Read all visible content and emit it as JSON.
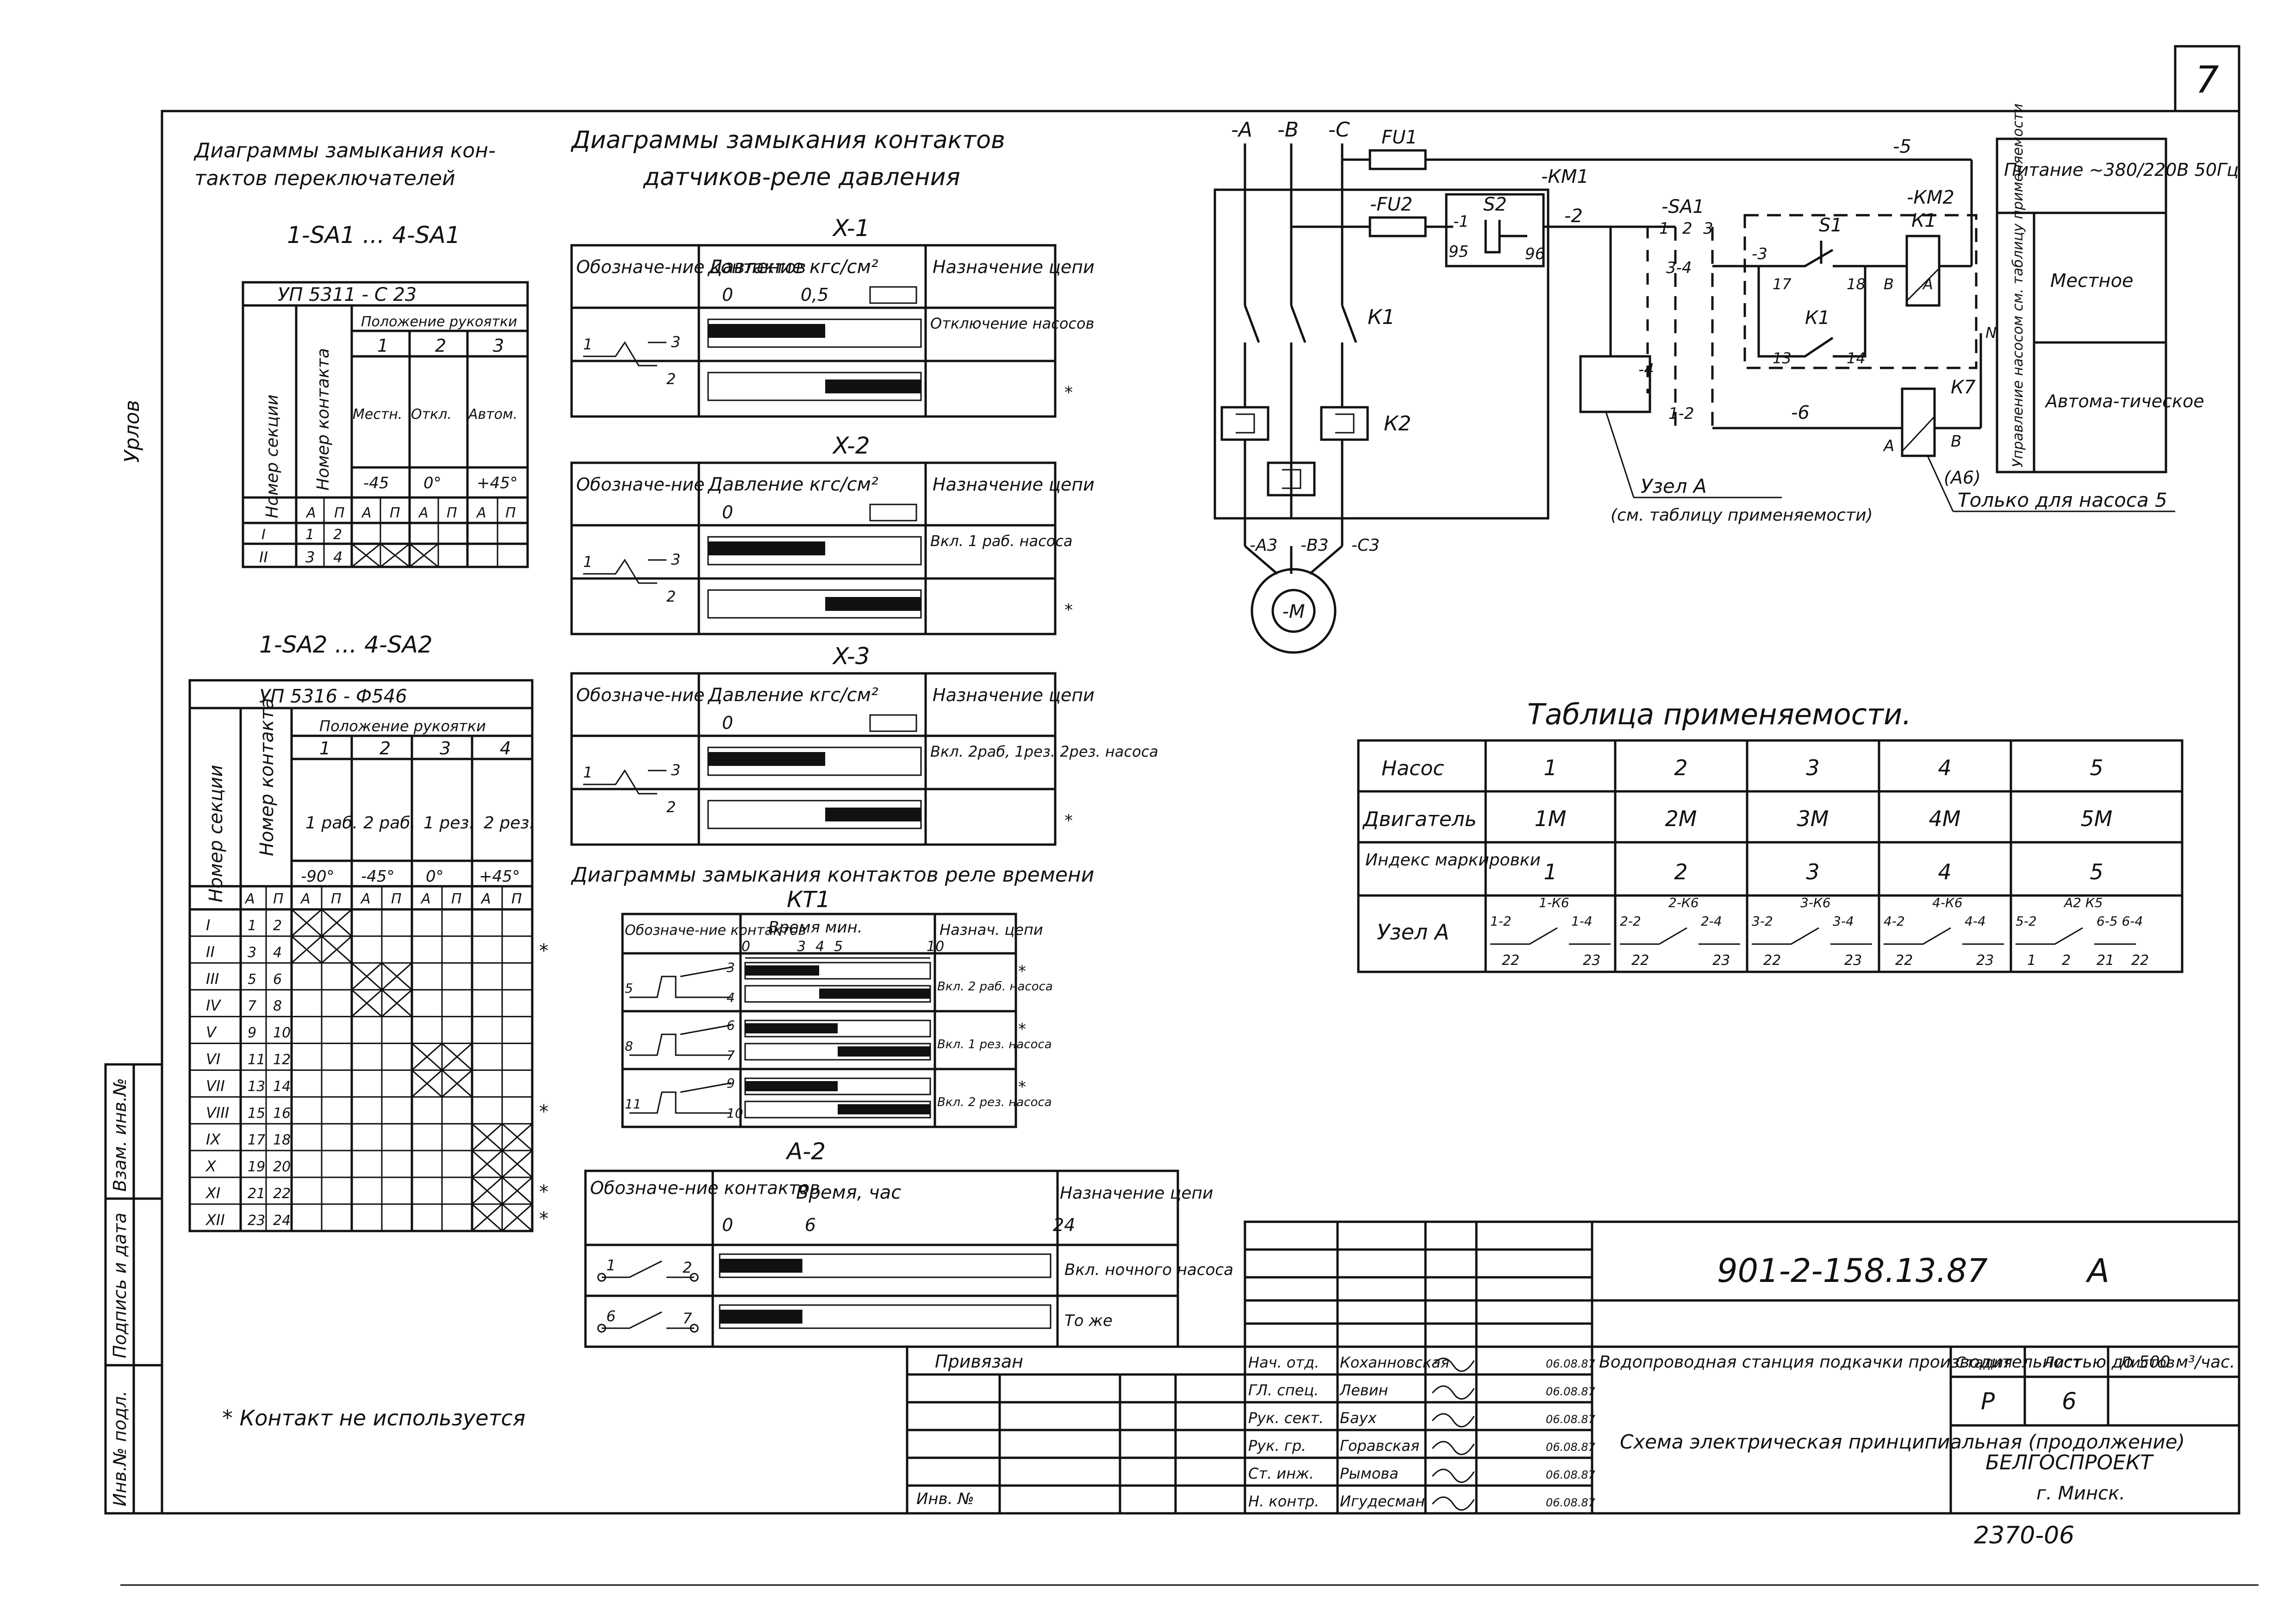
{
  "sheet": {
    "page_number": "7",
    "document_code": "901-2-158.13.87",
    "album": "A",
    "footnote": "* Контакт не используется",
    "serial": "2370-06"
  },
  "left_stamp": {
    "labels": [
      "Инв.№ подл.",
      "Подпись и дата",
      "Взам. инв.№"
    ],
    "scribble": "Урлов"
  },
  "switch_diagrams": {
    "title_line1": "Диаграммы замыкания кон-",
    "title_line2": "тактов переключателей",
    "sa1": {
      "heading": "1-SA1 ... 4-SA1",
      "model": "УП 5311 - С 23",
      "handle_position_header": "Положение рукоятки",
      "section_header": "Номер секции",
      "contact_header": "Номер контакта",
      "positions": [
        "1",
        "2",
        "3"
      ],
      "modes": [
        "Местн.",
        "Откл.",
        "Автом."
      ],
      "angles": [
        "-45",
        "0°",
        "+45°"
      ],
      "sub_labels": [
        "А",
        "П",
        "А",
        "П",
        "А",
        "П",
        "А",
        "П"
      ],
      "rows": [
        {
          "section": "I",
          "contacts": [
            "1",
            "2"
          ]
        },
        {
          "section": "II",
          "contacts": [
            "3",
            "4"
          ]
        }
      ]
    },
    "sa2": {
      "heading": "1-SA2 ... 4-SA2",
      "model": "УП 5316 - Ф546",
      "handle_position_header": "Положение рукоятки",
      "section_header": "Номер секции",
      "contact_header": "Номер контакта",
      "positions": [
        "1",
        "2",
        "3",
        "4"
      ],
      "modes": [
        "1 раб.",
        "2 раб.",
        "1 рез.",
        "2 рез."
      ],
      "angles": [
        "-90°",
        "-45°",
        "0°",
        "+45°"
      ],
      "sub_labels": [
        "А",
        "П",
        "А",
        "П",
        "А",
        "П",
        "А",
        "П",
        "А",
        "П",
        "А",
        "П"
      ],
      "rows": [
        {
          "section": "I",
          "contacts": [
            "1",
            "2"
          ]
        },
        {
          "section": "II",
          "contacts": [
            "3",
            "4"
          ]
        },
        {
          "section": "III",
          "contacts": [
            "5",
            "6"
          ]
        },
        {
          "section": "IV",
          "contacts": [
            "7",
            "8"
          ]
        },
        {
          "section": "V",
          "contacts": [
            "9",
            "10"
          ]
        },
        {
          "section": "VI",
          "contacts": [
            "11",
            "12"
          ]
        },
        {
          "section": "VII",
          "contacts": [
            "13",
            "14"
          ]
        },
        {
          "section": "VIII",
          "contacts": [
            "15",
            "16"
          ]
        },
        {
          "section": "IX",
          "contacts": [
            "17",
            "18"
          ]
        },
        {
          "section": "X",
          "contacts": [
            "19",
            "20"
          ]
        },
        {
          "section": "XI",
          "contacts": [
            "21",
            "22"
          ]
        },
        {
          "section": "XII",
          "contacts": [
            "23",
            "24"
          ]
        }
      ]
    }
  },
  "pressure_diagrams": {
    "title_line1": "Диаграммы замыкания контактов",
    "title_line2": "датчиков-реле давления",
    "blocks": [
      {
        "name": "X-1",
        "col_designation": "Обозначе-ние контактов",
        "col_pressure": "Давление кгс/см²",
        "col_purpose": "Назначение цепи",
        "scale_labels": [
          "0",
          "0,5"
        ],
        "purpose": "Отключение насосов",
        "contacts": [
          "1",
          "3",
          "2"
        ]
      },
      {
        "name": "X-2",
        "col_designation": "Обозначе-ние",
        "col_pressure": "Давление кгс/см²",
        "col_purpose": "Назначение цепи",
        "scale_labels": [
          "0"
        ],
        "purpose": "Вкл. 1 раб. насоса",
        "contacts": [
          "1",
          "3",
          "2"
        ]
      },
      {
        "name": "X-3",
        "col_designation": "Обозначе-ние",
        "col_pressure": "Давление кгс/см²",
        "col_purpose": "Назначение цепи",
        "scale_labels": [
          "0"
        ],
        "purpose": "Вкл. 2раб, 1рез. 2рез. насоса",
        "contacts": [
          "1",
          "3",
          "2"
        ]
      }
    ]
  },
  "time_relay": {
    "title": "Диаграммы замыкания контактов реле времени",
    "name": "КТ1",
    "col_designation": "Обозначе-ние контактов",
    "col_time": "Время мин.",
    "col_purpose": "Назнач. цепи",
    "scale_labels": [
      "0",
      "3",
      "4",
      "5",
      "10"
    ],
    "rows": [
      {
        "contacts": [
          "5",
          "3",
          "4"
        ],
        "purpose": "Вкл. 2 раб. насоса"
      },
      {
        "contacts": [
          "8",
          "6",
          "7"
        ],
        "purpose": "Вкл. 1 рез. насоса"
      },
      {
        "contacts": [
          "11",
          "9",
          "10"
        ],
        "purpose": "Вкл. 2 рез. насоса"
      }
    ]
  },
  "timer_a2": {
    "name": "А-2",
    "col_designation": "Обозначе-ние контактов",
    "col_time": "Время, час",
    "col_purpose": "Назначение цепи",
    "scale_labels": [
      "0",
      "6",
      "24"
    ],
    "rows": [
      {
        "contacts": [
          "1",
          "2"
        ],
        "purpose": "Вкл. ночного насоса"
      },
      {
        "contacts": [
          "6",
          "7"
        ],
        "purpose": "То же"
      }
    ]
  },
  "schematic": {
    "phases": [
      "-А",
      "-В",
      "-С"
    ],
    "labels": {
      "fu1": "FU1",
      "fu2": "-FU2",
      "km1": "-КМ1",
      "km2": "-КМ2",
      "sa1": "-SA1",
      "s2": "S2",
      "s1": "S1",
      "k1": "К1",
      "k2": "К2",
      "k7": "К7",
      "motor": "-М",
      "a3": "-А3",
      "b3": "-В3",
      "c3": "-С3",
      "n5": "-5",
      "n6": "-6",
      "n1": "-1",
      "n2": "-2",
      "n3": "-3",
      "n4": "-4",
      "n95": "95",
      "n96": "96",
      "n17": "17",
      "n18": "18",
      "n13": "13",
      "n14": "14",
      "nB": "В",
      "nA": "А",
      "nN": "N",
      "sa1_contacts": [
        "1",
        "2",
        "3",
        "3-4",
        "1-2"
      ],
      "a6": "(А6)"
    },
    "node_note": "Узел А",
    "node_note_sub": "(см. таблицу применяемости)",
    "pump5_note": "Только для насоса 5"
  },
  "supply_table": {
    "header": "Питание ~380/220В 50Гц",
    "side_label": "Управление насосом см. таблицу применяемости",
    "rows": [
      "Местное",
      "Автома-тическое"
    ]
  },
  "applicability": {
    "title": "Таблица применяемости.",
    "row_headers": [
      "Насос",
      "Двигатель",
      "Индекс маркировки",
      "Узел А"
    ],
    "pumps": [
      "1",
      "2",
      "3",
      "4",
      "5"
    ],
    "motors": [
      "1М",
      "2М",
      "3М",
      "4М",
      "5М"
    ],
    "indices": [
      "1",
      "2",
      "3",
      "4",
      "5"
    ],
    "nodes": [
      {
        "tag": "1-К6",
        "left": "1-2",
        "right": "1-4",
        "bottom": [
          "22",
          "23"
        ]
      },
      {
        "tag": "2-К6",
        "left": "2-2",
        "right": "2-4",
        "bottom": [
          "22",
          "23"
        ]
      },
      {
        "tag": "3-К6",
        "left": "3-2",
        "right": "3-4",
        "bottom": [
          "22",
          "23"
        ]
      },
      {
        "tag": "4-К6",
        "left": "4-2",
        "right": "4-4",
        "bottom": [
          "22",
          "23"
        ]
      },
      {
        "tag": "А2 К5",
        "left": "5-2",
        "right": "6-5  6-4",
        "bottom": [
          "1",
          "2",
          "21",
          "22"
        ]
      }
    ]
  },
  "title_block": {
    "privyazan": "Привязан",
    "inv_no": "Инв. №",
    "roles": [
      "Нач. отд.",
      "ГЛ. спец.",
      "Рук. сект.",
      "Рук. гр.",
      "Ст. инж.",
      "Н. контр."
    ],
    "names": [
      "Коханновская",
      "Левин",
      "Баух",
      "Горавская",
      "Рымова",
      "Игудесман"
    ],
    "dates": [
      "06.08.87",
      "06.08.87",
      "06.08.87",
      "06.08.87",
      "06.08.87",
      "06.08.87"
    ],
    "project": "Водопроводная станция подкачки производительностью до 500 м³/час.",
    "sheet_title": "Схема электрическая принципиальная (продолжение)",
    "stage_label": "Стадия",
    "sheet_label": "Лист",
    "sheets_label": "Листов",
    "stage": "Р",
    "sheet_no": "6",
    "org": "БЕЛГОСПРОЕКТ",
    "city": "г. Минск."
  },
  "colors": {
    "ink": "#111111",
    "paper": "#ffffff"
  }
}
